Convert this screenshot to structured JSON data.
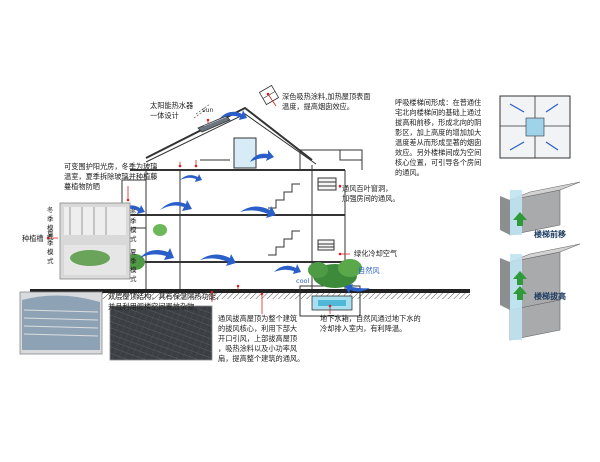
{
  "colors": {
    "arrow_blue": "#2a5fc9",
    "arrow_green": "#2e9a3a",
    "building_line": "#333333",
    "pointer_red": "#d9231f",
    "ground_hatch": "#555555",
    "sky_blue": "#bfe4f2"
  },
  "annotations": {
    "roof_coating": "深色吸热涂料,加热屋顶表面\n温度，提高烟囱效应。",
    "solar_heater": "太阳能热水器\n一体设计",
    "sun_label": "sun",
    "sunroom": "可变围护阳光房，冬季为玻璃\n温室，夏季拆除玻璃并种植藤\n蔓植物防晒",
    "winter_mode_1": "冬\n季\n模\n式",
    "summer_mode_1": "夏\n季\n模\n式",
    "winter_mode_2": "冬\n季\n模\n式",
    "summer_mode_2": "夏\n季\n模\n式",
    "planter_trough": "种植槽",
    "double_roof": "双层屋顶结构，具有保温隔热功能，\n并且利用阁楼空间置放杂物。",
    "louver_window": "通风百叶窗洞，\n加强房间的通风。",
    "greening_cooling": "绿化冷却空气",
    "natural_wind": "自然风",
    "cool_label": "cool",
    "ventilation_bar": "通风拔高屋顶为整个建筑\n的拔风核心，利用下部大\n开口引风，上部拔高屋顶\n，吸热涂料以及小功率风\n扇，提高整个建筑的通风。",
    "underground_water": "地下水箱，自然风通过地下水的\n冷却排入室内，有利降温。",
    "stairwell_breathing": "呼吸楼梯间形成：在普通住\n宅北向楼梯间的基础上通过\n拔高和前移，形成北向的阴\n影区，加上高度的增加加大\n温度差从而形成显著的烟囱\n效应。另外楼梯间成为空间\n核心位置，可引导各个房间\n的通风。",
    "stair_forward": "楼梯前移",
    "stair_raise": "楼梯拔高"
  },
  "icons": [
    "sun-icon",
    "fan-icon",
    "green-arrow-icon",
    "blue-wind-arrow-icon"
  ]
}
